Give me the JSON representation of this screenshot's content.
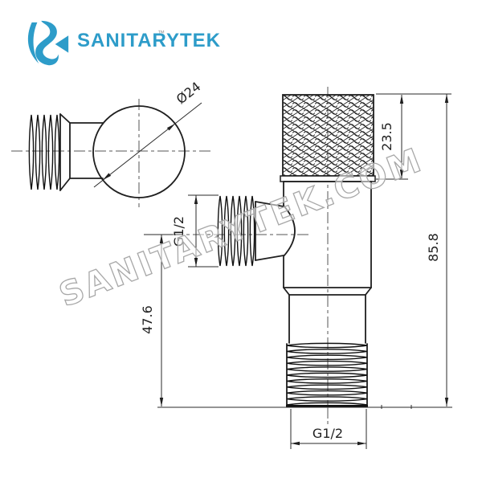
{
  "brand": {
    "name": "SANITARYTEK",
    "trademark": "™",
    "color": "#2D9CC9"
  },
  "watermark": {
    "text": "SANITARYTEK.COM"
  },
  "drawing": {
    "title": "Angle valve two-view technical drawing",
    "line_color": "#1f1f1f",
    "dimensions": {
      "knob_diameter": "Ø24",
      "handle_height": "23.5",
      "total_height": "85.8",
      "side_thread_size": "G1/2",
      "inlet_center_to_bottom": "47.6",
      "bottom_thread_size": "G1/2"
    }
  }
}
